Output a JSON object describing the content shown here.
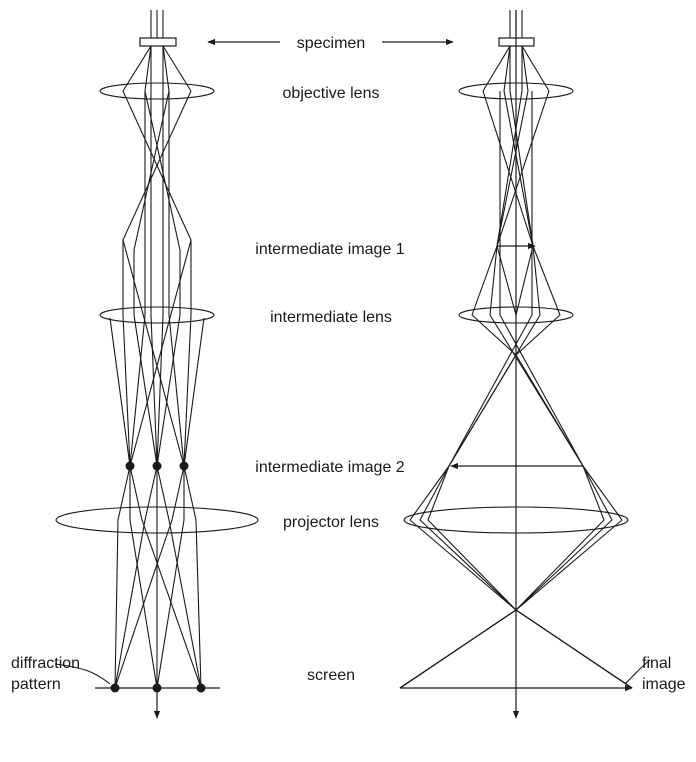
{
  "labels": {
    "specimen": "specimen",
    "objective_lens": "objective lens",
    "intermediate_image_1": "intermediate image 1",
    "intermediate_lens": "intermediate lens",
    "intermediate_image_2": "intermediate image 2",
    "projector_lens": "projector lens",
    "screen": "screen",
    "diffraction_pattern_line1": "diffraction",
    "diffraction_pattern_line2": "pattern",
    "final_image_line1": "final",
    "final_image_line2": "image"
  },
  "colors": {
    "ink": "#1a1a1a",
    "background": "#ffffff"
  }
}
